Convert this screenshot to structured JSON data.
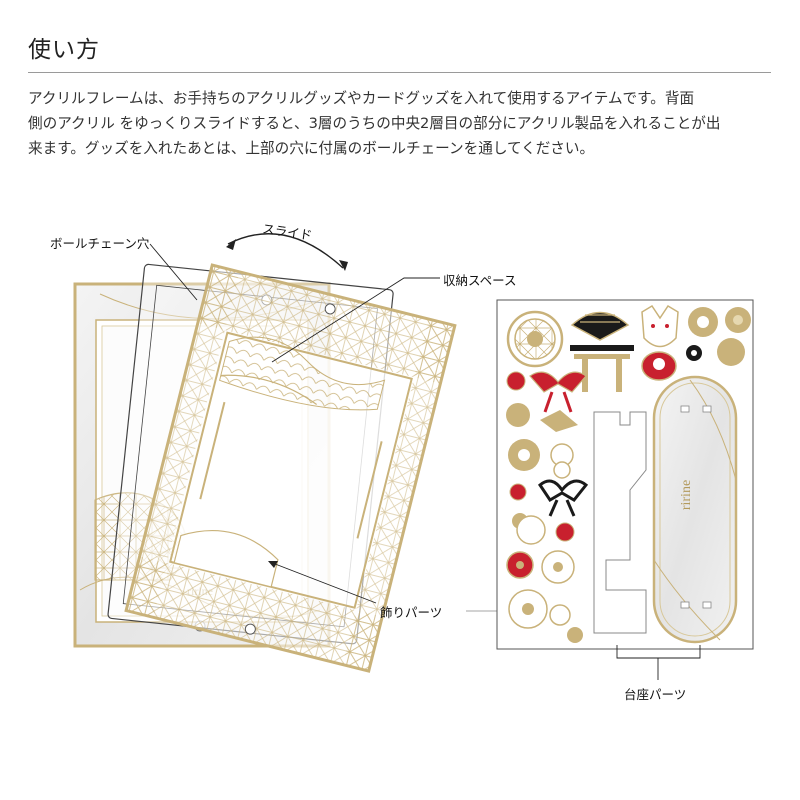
{
  "section": {
    "title": "使い方",
    "description_lines": [
      "アクリルフレームは、お手持ちのアクリルグッズやカードグッズを入れて使用するアイテムです。背面",
      "側のアクリル をゆっくりスライドすると、3層のうちの中央2層目の部分にアクリル製品を入れることが出",
      "来ます。グッズを入れたあとは、上部の穴に付属のボールチェーンを通してください。"
    ]
  },
  "labels": {
    "chain_hole": "ボールチェーン穴",
    "slide": "スライド",
    "storage": "収納スペース",
    "deco_parts": "飾りパーツ",
    "base_parts": "台座パーツ"
  },
  "logo_text": "ririne",
  "colors": {
    "gold": "#c9b27a",
    "gold_dark": "#b39a5c",
    "red": "#c8202e",
    "black": "#1a1a1a"
  }
}
